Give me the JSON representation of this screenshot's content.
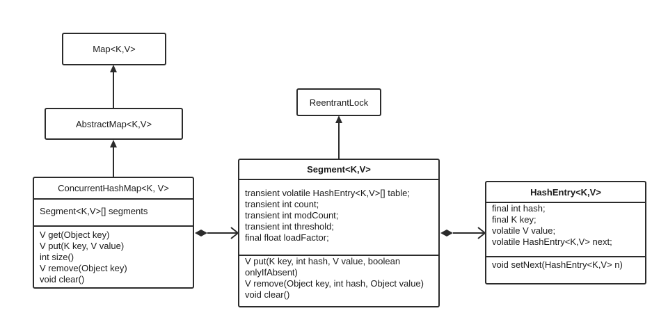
{
  "map_box": {
    "label": "Map<K,V>"
  },
  "abstract_map_box": {
    "label": "AbstractMap<K,V>"
  },
  "reentrant_lock_box": {
    "label": "ReentrantLock"
  },
  "concurrent_hash_map": {
    "name": "ConcurrentHashMap<K, V>",
    "attributes": [
      "Segment<K,V>[] segments"
    ],
    "methods": [
      "V get(Object key)",
      "V put(K key, V value)",
      "int size()",
      "V remove(Object key)",
      "void clear()"
    ]
  },
  "segment": {
    "name": "Segment<K,V>",
    "attributes": [
      "transient volatile HashEntry<K,V>[] table;",
      "transient int count;",
      "transient int modCount;",
      "transient int threshold;",
      "final float loadFactor;"
    ],
    "methods": [
      "V put(K key, int hash, V value, boolean onlyIfAbsent)",
      "V remove(Object key, int hash, Object value)",
      "void clear()"
    ]
  },
  "hash_entry": {
    "name": "HashEntry<K,V>",
    "attributes": [
      "final int hash;",
      "final K key;",
      "volatile V value;",
      "volatile HashEntry<K,V> next;"
    ],
    "methods": [
      "void setNext(HashEntry<K,V> n)"
    ]
  },
  "colors": {
    "stroke": "#2b2b2b",
    "background": "#ffffff",
    "text": "#1a1a1a"
  }
}
